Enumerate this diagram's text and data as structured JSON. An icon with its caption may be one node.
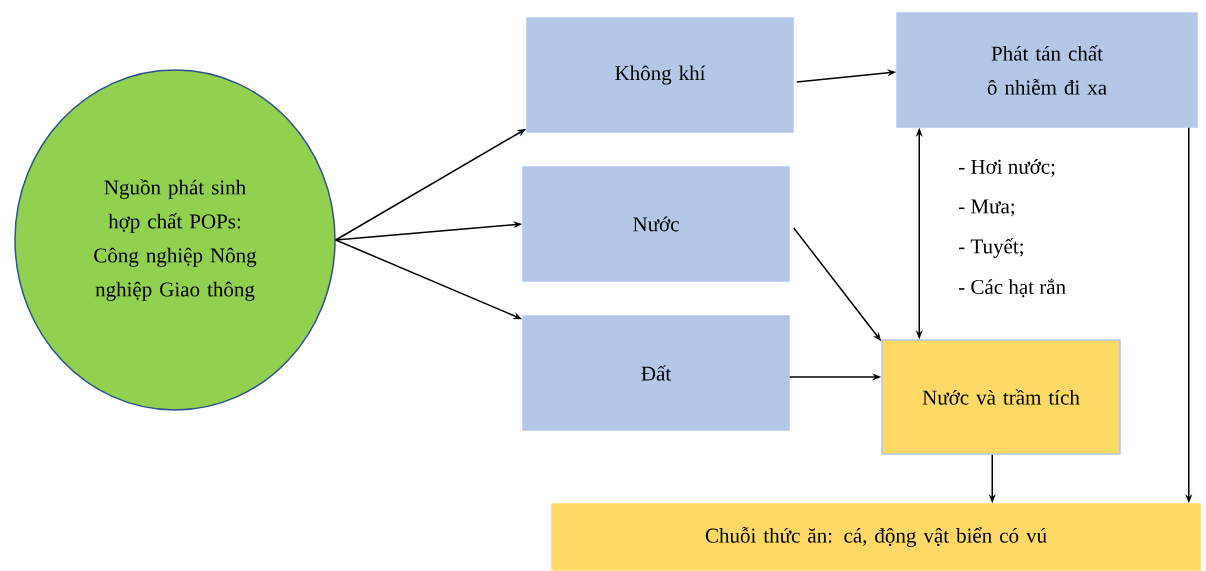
{
  "diagram": {
    "nodes": [
      {
        "text": [
          "Nguồn phát sinh hợp chất POPs: Công nghiệp Nông nghiệp Giao thông"
        ]
      },
      {
        "text": [
          "Không khí"
        ]
      },
      {
        "text": [
          "Nước"
        ]
      },
      {
        "text": [
          "Đất"
        ]
      },
      {
        "text": [
          "Phát tán chất ô nhiễm đi xa"
        ]
      },
      {
        "text": [
          "Nước và trầm tích"
        ]
      },
      {
        "text": [
          "Chuỗi thức ăn: cá, động vật biển có vú"
        ]
      }
    ],
    "edges": [
      {
        "from": 0,
        "to": 1,
        "arrow": "to"
      },
      {
        "from": 0,
        "to": 2,
        "arrow": "to"
      },
      {
        "from": 0,
        "to": 3,
        "arrow": "to"
      },
      {
        "from": 1,
        "to": 4,
        "arrow": "to"
      },
      {
        "from": 2,
        "to": 5,
        "arrow": "to"
      },
      {
        "from": 3,
        "to": 5,
        "arrow": "to"
      },
      {
        "from": 4,
        "to": 5,
        "arrow": "both"
      },
      {
        "from": 5,
        "to": 6,
        "arrow": "to"
      },
      {
        "from": 4,
        "to": 6,
        "arrow": "to"
      }
    ],
    "labels": [
      "- Hơi nước;",
      "- Mưa;",
      "- Tuyết;",
      "- Các hạt rắn"
    ]
  }
}
